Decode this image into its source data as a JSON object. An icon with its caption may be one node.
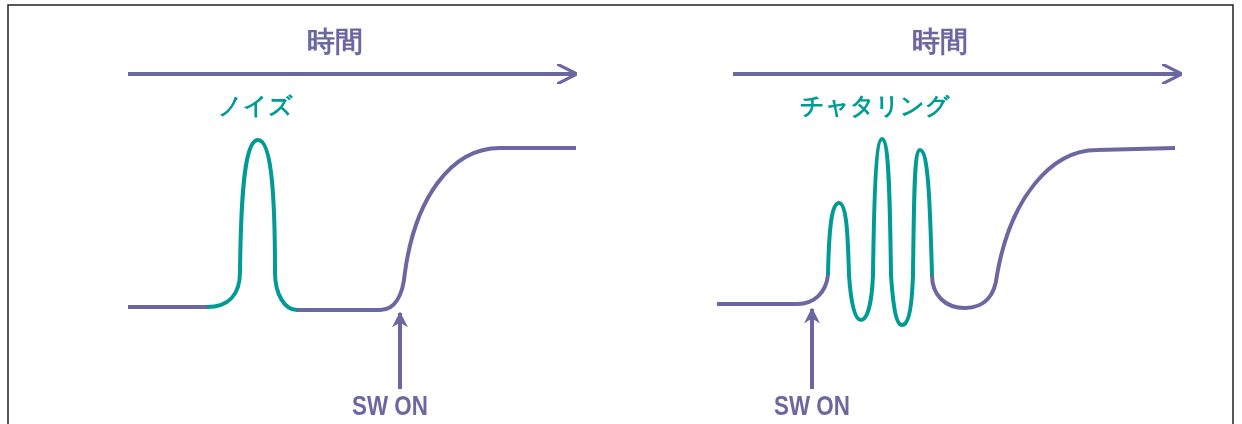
{
  "diagram": {
    "nodes": [
      {
        "text": [],
        "shape": "picture",
        "beside": [
          "ノイズ"
        ]
      },
      {
        "text": [],
        "shape": "picture",
        "beside": [
          "チャタリング"
        ]
      },
      {
        "text": [
          "SW ON"
        ]
      },
      {
        "text": [
          "SW ON"
        ]
      }
    ],
    "edges": [
      {
        "from": 2,
        "to": 0,
        "arrow": "to"
      },
      {
        "from": 3,
        "to": 1,
        "arrow": "to"
      }
    ],
    "labels": [
      "時間",
      "時間"
    ]
  }
}
